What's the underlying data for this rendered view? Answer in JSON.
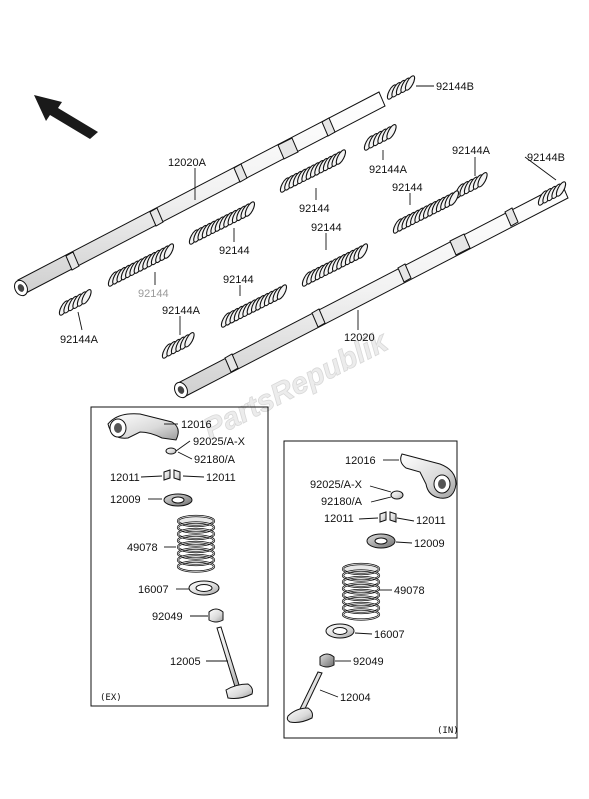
{
  "watermark": "PartsRepublik",
  "camshaft_labels": {
    "shaft_ex": "12020A",
    "shaft_in": "12020",
    "spring_b_top": "92144B",
    "spring_b_right": "92144B",
    "spring_a_1": "92144A",
    "spring_a_2": "92144A",
    "spring_a_3": "92144A",
    "spring_a_4": "92144A",
    "spring_1": "92144",
    "spring_2": "92144",
    "spring_3": "92144",
    "spring_4": "92144",
    "spring_5": "92144",
    "spring_grey": "92144"
  },
  "ex_box": {
    "tag": "(EX)",
    "labels": {
      "rocker": "12016",
      "adjuster": "92025/A-X",
      "shim": "92180/A",
      "keeper_left": "12011",
      "keeper_right": "12011",
      "retainer": "12009",
      "spring": "49078",
      "seat": "16007",
      "seal": "92049",
      "valve": "12005"
    }
  },
  "in_box": {
    "tag": "(IN)",
    "labels": {
      "rocker": "12016",
      "adjuster": "92025/A-X",
      "shim": "92180/A",
      "keeper_left": "12011",
      "keeper_right": "12011",
      "retainer": "12009",
      "spring": "49078",
      "seat": "16007",
      "seal": "92049",
      "valve": "12004"
    }
  }
}
